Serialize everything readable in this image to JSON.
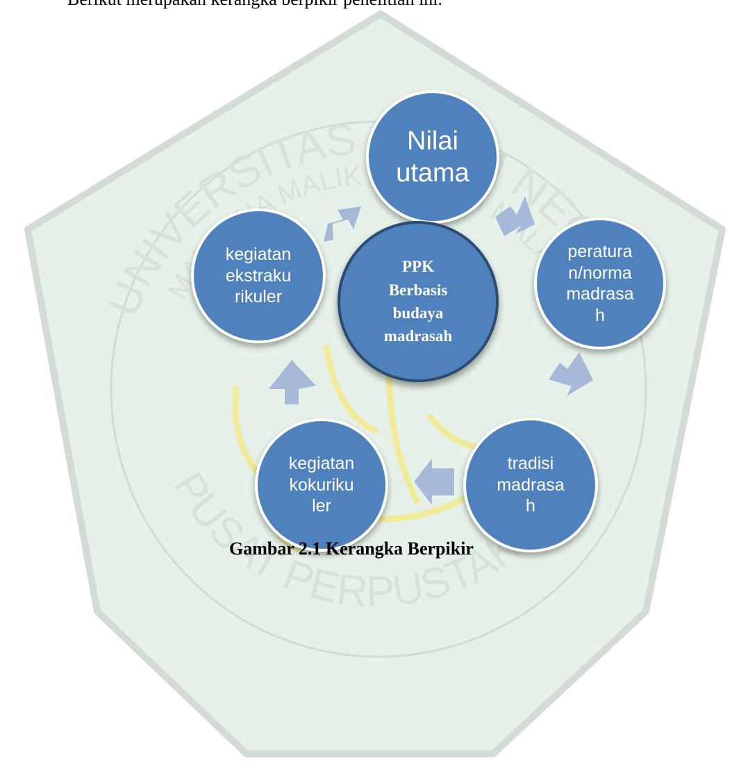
{
  "intro_text": "Berikut merupakan kerangka berpikir penelitian ini.",
  "diagram": {
    "center": "PPK\nBerbasis\nbudaya\nmadrasah",
    "nodes": [
      "Nilai\nutama",
      "peratura\nn/norma\nmadrasa\nh",
      "tradisi\nmadrasa\nh",
      "kegiatan\nkokuriku\nler",
      "kegiatan\nekstraku\nrikuler"
    ]
  },
  "caption": "Gambar 2.1 Kerangka Berpikir",
  "watermark": {
    "arc_top": "UNIVERSITAS ISLAM NEGERI",
    "arc_mid": "MAULANA MALIK IBRAHIM MALANG",
    "arc_bottom": "PUSAT PERPUSTAKAAN"
  },
  "colors": {
    "node_fill": "#4f81bd",
    "center_border": "#2b4a74",
    "arrow": "#a7b9d9",
    "watermark_bg": "#e6f2e9",
    "watermark_outline": "#d3dbd5",
    "watermark_gold": "#f0ea9a"
  }
}
